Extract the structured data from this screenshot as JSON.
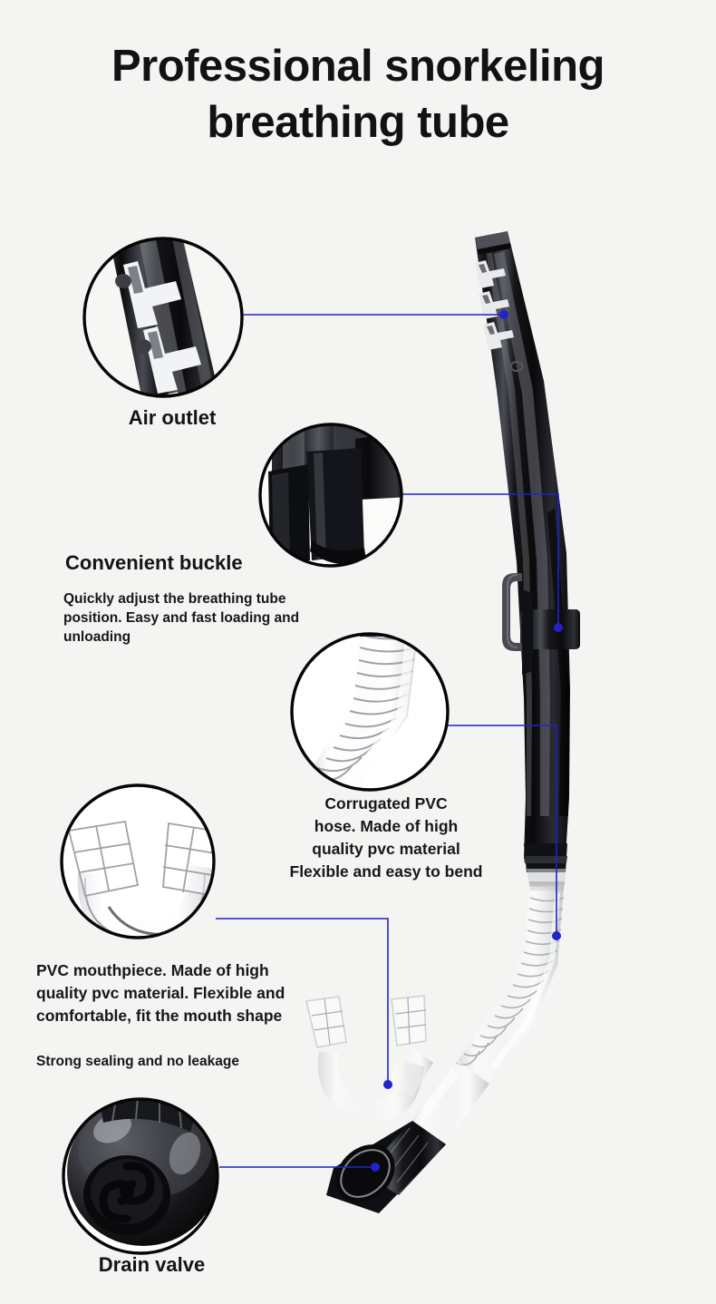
{
  "page": {
    "background_color": "#f4f4f2",
    "leader_line_color": "#2222c8",
    "product_black": "#121212",
    "text_color": "#141414"
  },
  "title": {
    "line1": "Professional snorkeling",
    "line2": "breathing tube"
  },
  "callouts": [
    {
      "id": "air-outlet",
      "label": "Air outlet",
      "description": "",
      "detail_image": "air-outlet-detail-photo"
    },
    {
      "id": "convenient-buckle",
      "label": "Convenient buckle",
      "description": "Quickly adjust the breathing tube position. Easy and fast loading and unloading",
      "detail_image": "buckle-detail-photo"
    },
    {
      "id": "corrugated-hose",
      "label": "",
      "description_line1": "Corrugated PVC",
      "description_line2": "hose. Made of high",
      "description_line3": "quality pvc material",
      "description_line4": "Flexible and easy to bend",
      "detail_image": "corrugated-hose-detail-photo"
    },
    {
      "id": "pvc-mouthpiece",
      "label": "",
      "description": "PVC mouthpiece. Made of high quality pvc material. Flexible and comfortable, fit the mouth shape",
      "sub_description": "Strong sealing and no leakage",
      "detail_image": "mouthpiece-detail-photo"
    },
    {
      "id": "drain-valve",
      "label": "Drain valve",
      "description": "",
      "detail_image": "drain-valve-detail-photo"
    }
  ],
  "product": {
    "name": "snorkel-breathing-tube",
    "parts": [
      "air-outlet-slots",
      "black-upper-tube",
      "strap-buckle",
      "corrugated-clear-hose",
      "clear-mouthpiece",
      "drain-valve-housing"
    ]
  }
}
